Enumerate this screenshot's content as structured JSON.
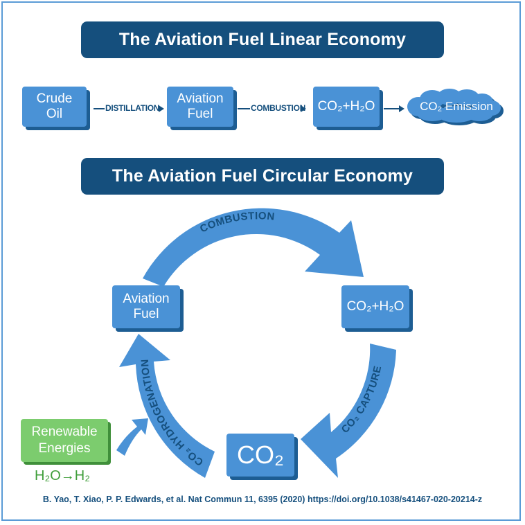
{
  "linear": {
    "title": "The Aviation Fuel Linear Economy",
    "crude_oil": "Crude\nOil",
    "distillation": "DISTILLATION",
    "aviation_fuel": "Aviation\nFuel",
    "combustion": "COMBUSTION",
    "co2_h2o": "CO₂+H₂O",
    "emission": "CO₂ Emission"
  },
  "circular": {
    "title": "The Aviation Fuel Circular Economy",
    "aviation_fuel": "Aviation\nFuel",
    "co2_h2o": "CO₂+H₂O",
    "co2": "CO₂",
    "combustion": "COMBUSTION",
    "capture": "CO₂ CAPTURE",
    "hydrogenation": "CO₂ HYDROGENATION",
    "renewable": "Renewable\nEnergies",
    "h2o_h2": "H₂O→H₂"
  },
  "citation": "B. Yao, T. Xiao, P. P. Edwards, et al. Nat Commun 11, 6395 (2020) https://doi.org/10.1038/s41467-020-20214-z",
  "colors": {
    "navy": "#154f7d",
    "box_blue": "#4a92d6",
    "arrow_blue": "#4a92d6",
    "green": "#7ccc6e"
  }
}
